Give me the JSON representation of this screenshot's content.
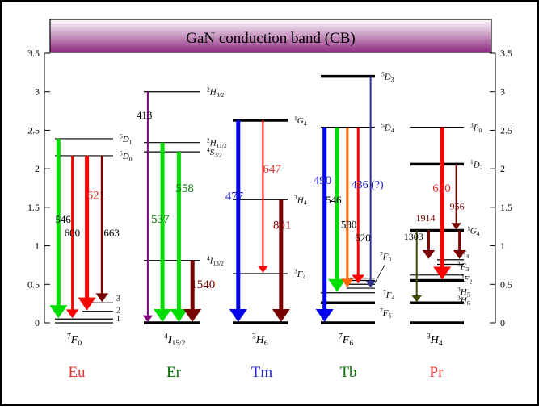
{
  "title": "GaN conduction band (CB)",
  "colors": {
    "background": "#ffffff",
    "frame": "#000000",
    "title_grad_top": "#ffffff",
    "title_grad_bottom": "#8e2a80",
    "red": "#ff0000",
    "darkred": "#7a0000",
    "green": "#00dd00",
    "blue": "#0000ee",
    "navy": "#303090",
    "purple": "#800080",
    "orange": "#ff6600",
    "olive": "#3a4a00",
    "labelGreen": "#007000",
    "labelRed": "#e03030",
    "labelBlue": "#2020cc"
  },
  "axis": {
    "min": 0,
    "max": 3.5,
    "ticks": [
      "0",
      "0.5",
      "1",
      "1.5",
      "2",
      "2.5",
      "3",
      "3.5"
    ]
  },
  "ions": [
    {
      "name": "Eu",
      "ground": "7F0",
      "color": "#e03030"
    },
    {
      "name": "Er",
      "ground": "4I15/2",
      "color": "#007000"
    },
    {
      "name": "Tm",
      "ground": "3H6",
      "color": "#2020cc"
    },
    {
      "name": "Tb",
      "ground": "7F6",
      "color": "#007000"
    },
    {
      "name": "Pr",
      "ground": "3H4",
      "color": "#e03030"
    }
  ],
  "levels": [
    {
      "ion": "Eu",
      "e": 2.39,
      "bold": false,
      "label": "5D1"
    },
    {
      "ion": "Eu",
      "e": 2.17,
      "bold": false,
      "label": "5D0"
    },
    {
      "ion": "Eu",
      "e": 0.26,
      "bold": false,
      "label": "3"
    },
    {
      "ion": "Eu",
      "e": 0.15,
      "bold": false,
      "label": "2"
    },
    {
      "ion": "Eu",
      "e": 0.05,
      "bold": false,
      "label": "1"
    },
    {
      "ion": "Eu",
      "e": 0.0,
      "bold": false,
      "label": ""
    },
    {
      "ion": "Er",
      "e": 3.0,
      "bold": false,
      "label": "2H9/2"
    },
    {
      "ion": "Er",
      "e": 2.34,
      "bold": false,
      "label": "2H11/2"
    },
    {
      "ion": "Er",
      "e": 2.22,
      "bold": false,
      "label": "4S3/2"
    },
    {
      "ion": "Er",
      "e": 0.81,
      "bold": false,
      "label": "4I13/2"
    },
    {
      "ion": "Er",
      "e": 0.0,
      "bold": true,
      "label": ""
    },
    {
      "ion": "Tm",
      "e": 2.63,
      "bold": true,
      "label": "1G4"
    },
    {
      "ion": "Tm",
      "e": 1.6,
      "bold": false,
      "label": "3H4"
    },
    {
      "ion": "Tm",
      "e": 0.64,
      "bold": false,
      "label": "3F4"
    },
    {
      "ion": "Tm",
      "e": 0.0,
      "bold": true,
      "label": ""
    },
    {
      "ion": "Tb",
      "e": 3.2,
      "bold": true,
      "label": "5D3"
    },
    {
      "ion": "Tb",
      "e": 2.54,
      "bold": false,
      "label": "5D4"
    },
    {
      "ion": "Tb",
      "e": 0.58,
      "bold": false,
      "label": ""
    },
    {
      "ion": "Tb",
      "e": 0.55,
      "bold": false,
      "label": ""
    },
    {
      "ion": "Tb",
      "e": 0.5,
      "bold": false,
      "label": ""
    },
    {
      "ion": "Tb",
      "e": 0.45,
      "bold": false,
      "label": ""
    },
    {
      "ion": "Tb",
      "e": 0.39,
      "bold": false,
      "label": "7F4"
    },
    {
      "ion": "Tb",
      "e": 0.26,
      "bold": true,
      "label": "7F5"
    },
    {
      "ion": "Tb",
      "e": 0.0,
      "bold": true,
      "label": ""
    },
    {
      "ion": "Pr",
      "e": 2.54,
      "bold": false,
      "label": "3P0"
    },
    {
      "ion": "Pr",
      "e": 2.06,
      "bold": true,
      "label": "1D2"
    },
    {
      "ion": "Pr",
      "e": 1.2,
      "bold": true,
      "label": "1G4"
    },
    {
      "ion": "Pr",
      "e": 0.82,
      "bold": false,
      "label": "3F4"
    },
    {
      "ion": "Pr",
      "e": 0.76,
      "bold": false,
      "label": "3F3"
    },
    {
      "ion": "Pr",
      "e": 0.62,
      "bold": false,
      "label": "3F2"
    },
    {
      "ion": "Pr",
      "e": 0.55,
      "bold": true,
      "label": "3H6"
    },
    {
      "ion": "Pr",
      "e": 0.26,
      "bold": true,
      "label": "3H5"
    },
    {
      "ion": "Pr",
      "e": 0.0,
      "bold": true,
      "label": ""
    }
  ],
  "transitions": [
    {
      "ion": "Eu",
      "wavelength": "546",
      "from": 2.39,
      "to": 0.05,
      "color": "#00dd00",
      "width": "thick",
      "labelColor": "#000000"
    },
    {
      "ion": "Eu",
      "wavelength": "600",
      "from": 2.17,
      "to": 0.05,
      "color": "#ff0000",
      "width": "mid",
      "labelColor": "#000000"
    },
    {
      "ion": "Eu",
      "wavelength": "621",
      "from": 2.17,
      "to": 0.15,
      "color": "#ff0000",
      "width": "thick",
      "labelColor": "#e03030"
    },
    {
      "ion": "Eu",
      "wavelength": "663",
      "from": 2.17,
      "to": 0.26,
      "color": "#7a0000",
      "width": "mid",
      "labelColor": "#000000"
    },
    {
      "ion": "Er",
      "wavelength": "413",
      "from": 3.0,
      "to": 0.0,
      "color": "#800080",
      "width": "thin",
      "labelColor": "#000000"
    },
    {
      "ion": "Er",
      "wavelength": "537",
      "from": 2.34,
      "to": 0.0,
      "color": "#00dd00",
      "width": "thick",
      "labelColor": "#007000"
    },
    {
      "ion": "Er",
      "wavelength": "558",
      "from": 2.22,
      "to": 0.0,
      "color": "#00dd00",
      "width": "thick",
      "labelColor": "#007000"
    },
    {
      "ion": "Er",
      "wavelength": "1540",
      "from": 0.81,
      "to": 0.0,
      "color": "#7a0000",
      "width": "thick",
      "labelColor": "#7a0000"
    },
    {
      "ion": "Tm",
      "wavelength": "477",
      "from": 2.63,
      "to": 0.0,
      "color": "#0000ee",
      "width": "thick",
      "labelColor": "#2020cc"
    },
    {
      "ion": "Tm",
      "wavelength": "647",
      "from": 2.63,
      "to": 0.64,
      "color": "#ff0000",
      "width": "thin",
      "labelColor": "#e03030"
    },
    {
      "ion": "Tm",
      "wavelength": "801",
      "from": 1.6,
      "to": 0.0,
      "color": "#7a0000",
      "width": "thick",
      "labelColor": "#7a0000"
    },
    {
      "ion": "Tb",
      "wavelength": "490",
      "from": 2.54,
      "to": 0.0,
      "color": "#0000ee",
      "width": "thick",
      "labelColor": "#2020cc"
    },
    {
      "ion": "Tb",
      "wavelength": "546",
      "from": 2.54,
      "to": 0.39,
      "color": "#00dd00",
      "width": "thick",
      "labelColor": "#000000"
    },
    {
      "ion": "Tb",
      "wavelength": "580",
      "from": 2.54,
      "to": 0.45,
      "color": "#ff6600",
      "width": "mid",
      "labelColor": "#000000"
    },
    {
      "ion": "Tb",
      "wavelength": "620",
      "from": 2.54,
      "to": 0.5,
      "color": "#ff0000",
      "width": "mid",
      "labelColor": "#000000"
    },
    {
      "ion": "Tb",
      "wavelength": "436 (?)",
      "from": 3.2,
      "to": 0.45,
      "color": "#303090",
      "width": "thin",
      "labelColor": "#2020cc"
    },
    {
      "ion": "Pr",
      "wavelength": "650",
      "from": 2.54,
      "to": 0.55,
      "color": "#ff0000",
      "width": "thick",
      "labelColor": "#e03030"
    },
    {
      "ion": "Pr",
      "wavelength": "956",
      "from": 2.06,
      "to": 1.2,
      "color": "#7a0000",
      "width": "thin",
      "labelColor": "#7a0000"
    },
    {
      "ion": "Pr",
      "wavelength": "1914",
      "from": 1.2,
      "to": 0.82,
      "color": "#7a0000",
      "width": "mid",
      "labelColor": "#7a0000"
    },
    {
      "ion": "Pr",
      "wavelength": "1303",
      "from": 1.2,
      "to": 0.26,
      "color": "#3a4a00",
      "width": "thin",
      "labelColor": "#000000"
    },
    {
      "ion": "Pr",
      "wavelength": "",
      "from": 1.2,
      "to": 0.82,
      "color": "#7a0000",
      "width": "mid",
      "labelColor": "#000000"
    }
  ]
}
